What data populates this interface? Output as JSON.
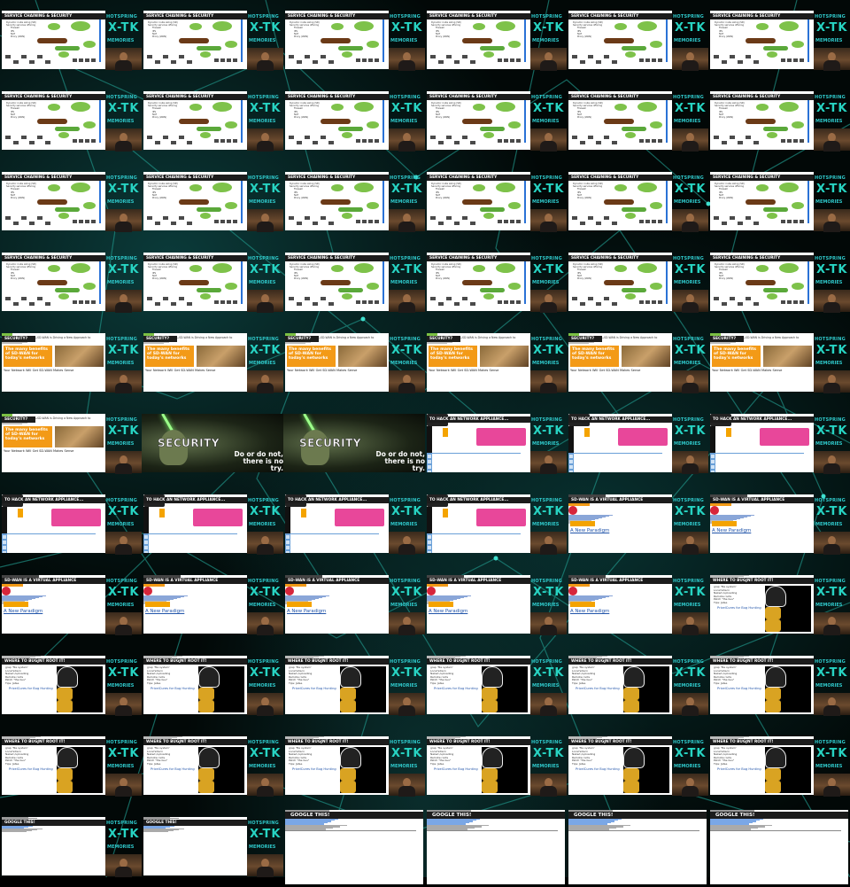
{
  "overlay": {
    "logo_line1": "HOTSPRING",
    "logo_line2": "X-TK",
    "logo_line3": "MEMORIES"
  },
  "slides": {
    "chaining_title": "SERVICE CHAINING & SECURITY",
    "chaining_bullets": [
      "Dynamic route sizing (SR)",
      "Security services offering",
      "Firewall",
      "IPS",
      "NAT",
      "Proxy (WAN)"
    ],
    "security_title": "SECURITY?",
    "security_tagline": "SD-WAN is Driving a New Approach to",
    "security_badge": "Security",
    "security_banner": "The many benefits of SD-WAN for today's networks",
    "security_sub": "Your Network Will Get SD-WAN Makes Sense",
    "yoda_title": "SECURITY",
    "yoda_quote_1": "Do or do not,",
    "yoda_quote_2": "there is no try.",
    "hack_title": "TO HACK AN NETWORK APPLIANCE...",
    "virtual_title": "SD-WAN IS A VIRTUAL APPLIANCE",
    "virtual_link": "A New Paradigm",
    "bounty_title": "WHERE TO BUGJNT ROOT IT!",
    "bounty_bullets": [
      "grep 'file system'",
      "Local'sdiscn",
      "Naked /uploading",
      "Remote roots",
      "Patch \"the bus\"",
      "Tips: Jatse"
    ],
    "bounty_link": "PricelCures for Bug Hunting",
    "google_title": "GOOGLE THIS!"
  },
  "colors": {
    "accent": "#2fc7c9",
    "cloud": "#7ec24a",
    "pipe": "#6b3a17",
    "orange": "#f39a17",
    "pink": "#e8479a"
  }
}
